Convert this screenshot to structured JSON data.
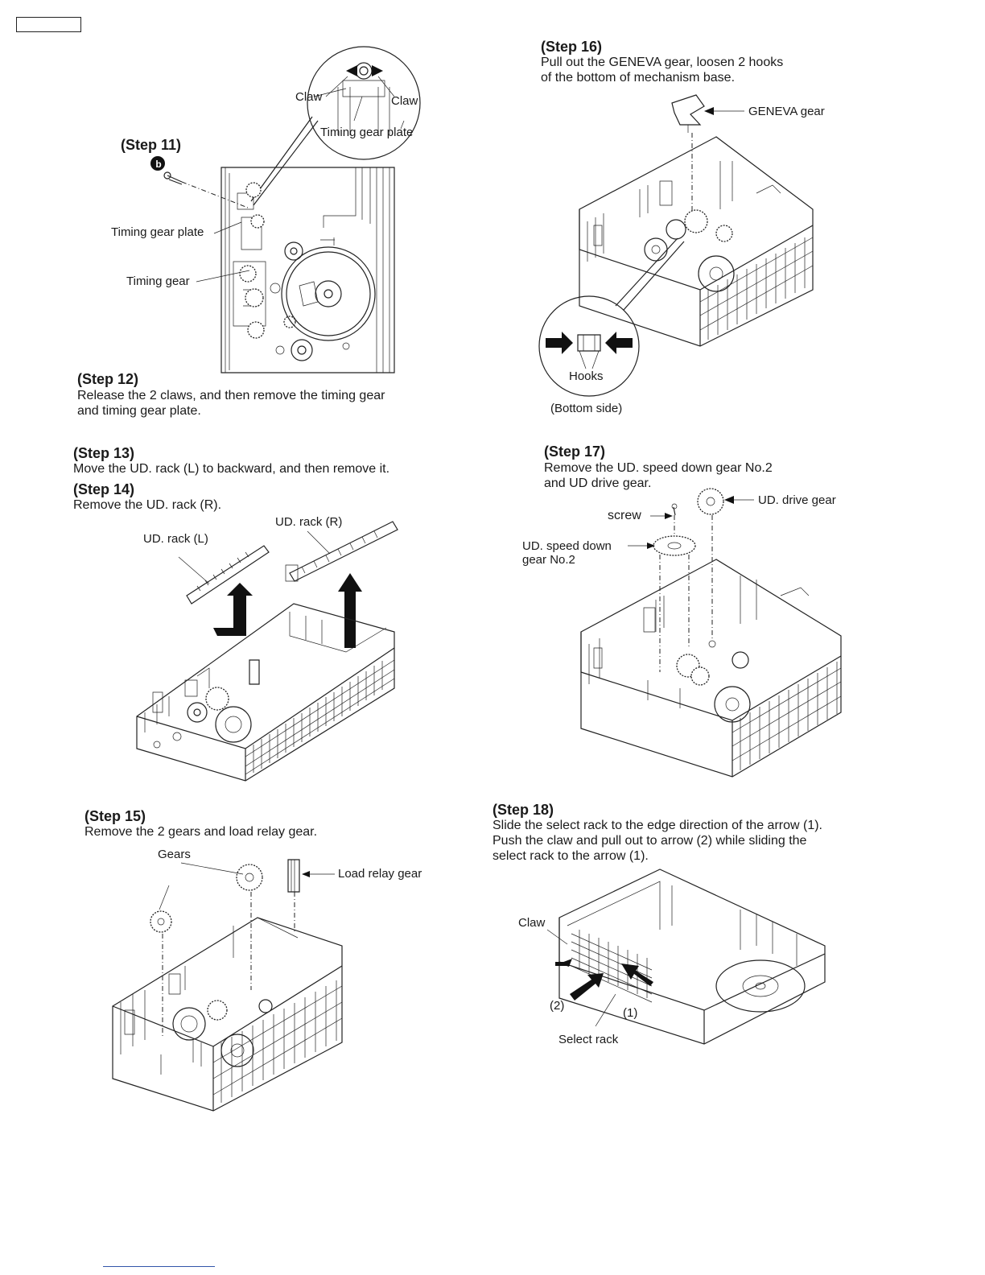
{
  "header_box": "",
  "footer_link": "",
  "steps": [
    {
      "id": "step11",
      "title": "(Step 11)",
      "text": ""
    },
    {
      "id": "step12",
      "title": "(Step 12)",
      "text": "Release the 2 claws, and then remove the timing gear\nand timing gear plate."
    },
    {
      "id": "step13",
      "title": "(Step 13)",
      "text": "Move the UD. rack (L) to backward, and then remove it."
    },
    {
      "id": "step14",
      "title": "(Step 14)",
      "text": "Remove the UD. rack (R)."
    },
    {
      "id": "step15",
      "title": "(Step 15)",
      "text": "Remove the 2 gears and load relay gear."
    },
    {
      "id": "step16",
      "title": "(Step 16)",
      "text": "Pull out the GENEVA gear, loosen 2 hooks\nof the bottom of mechanism base."
    },
    {
      "id": "step17",
      "title": "(Step 17)",
      "text": "Remove the UD. speed down gear No.2\nand UD drive gear."
    },
    {
      "id": "step18",
      "title": "(Step 18)",
      "text": "Slide the select rack to the edge direction of the arrow (1).\nPush the claw and pull out to arrow (2) while sliding the\nselect rack to the arrow (1)."
    }
  ],
  "labels": {
    "fig11": {
      "claw_left": "Claw",
      "claw_right": "Claw",
      "timing_gear_plate_top": "Timing gear plate",
      "screw_marker": "b",
      "timing_gear_plate": "Timing gear plate",
      "timing_gear": "Timing gear"
    },
    "fig14": {
      "rack_l": "UD. rack (L)",
      "rack_r": "UD. rack (R)"
    },
    "fig15": {
      "gears": "Gears",
      "load_relay_gear": "Load relay gear"
    },
    "fig16": {
      "geneva_gear": "GENEVA gear",
      "hooks": "Hooks",
      "bottom_side": "(Bottom side)"
    },
    "fig17": {
      "ud_drive_gear": "UD. drive gear",
      "screw": "screw",
      "speed_down_gear": "UD. speed down\ngear No.2"
    },
    "fig18": {
      "claw": "Claw",
      "arrow2": "(2)",
      "arrow1": "(1)",
      "select_rack": "Select rack"
    }
  }
}
